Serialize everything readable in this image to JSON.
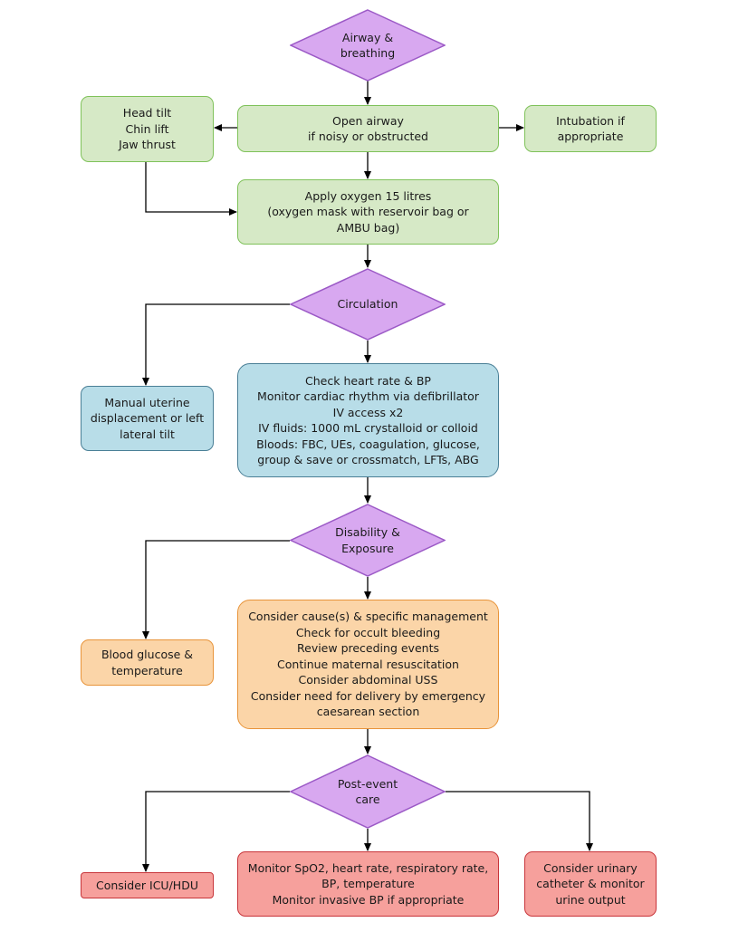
{
  "colors": {
    "diamond_fill": "#d8a8f0",
    "diamond_border": "#9b59c6",
    "green_fill": "#d6e9c6",
    "green_border": "#7fc25a",
    "blue_fill": "#b8dde8",
    "blue_border": "#4a7f96",
    "orange_fill": "#fbd5a8",
    "orange_border": "#e8943a",
    "red_fill": "#f6a09c",
    "red_border": "#c8353a",
    "connector": "#000000"
  },
  "airway": {
    "decision": "Airway &\nbreathing",
    "open_airway": "Open airway\nif noisy or obstructed",
    "manoeuvres": "Head tilt\nChin lift\nJaw thrust",
    "intubation": "Intubation if\nappropriate",
    "oxygen": "Apply oxygen 15 litres\n(oxygen mask with reservoir bag or\nAMBU bag)"
  },
  "circulation": {
    "decision": "Circulation",
    "actions": "Check heart rate & BP\nMonitor cardiac rhythm via defibrillator\nIV access x2\nIV fluids: 1000 mL crystalloid or colloid\nBloods: FBC, UEs, coagulation, glucose,\ngroup & save or crossmatch, LFTs, ABG",
    "uterine": "Manual uterine\ndisplacement or left\nlateral tilt"
  },
  "disability": {
    "decision": "Disability &\nExposure",
    "actions": "Consider cause(s) & specific management\nCheck for occult bleeding\nReview preceding events\nContinue maternal resuscitation\nConsider abdominal USS\nConsider need for delivery by emergency\ncaesarean section",
    "glucose": "Blood glucose &\ntemperature"
  },
  "post_event": {
    "decision": "Post-event\ncare",
    "icu": "Consider ICU/HDU",
    "monitor": "Monitor SpO2, heart rate, respiratory rate,\nBP, temperature\nMonitor invasive BP if appropriate",
    "urinary": "Consider urinary\ncatheter & monitor\nurine output"
  }
}
